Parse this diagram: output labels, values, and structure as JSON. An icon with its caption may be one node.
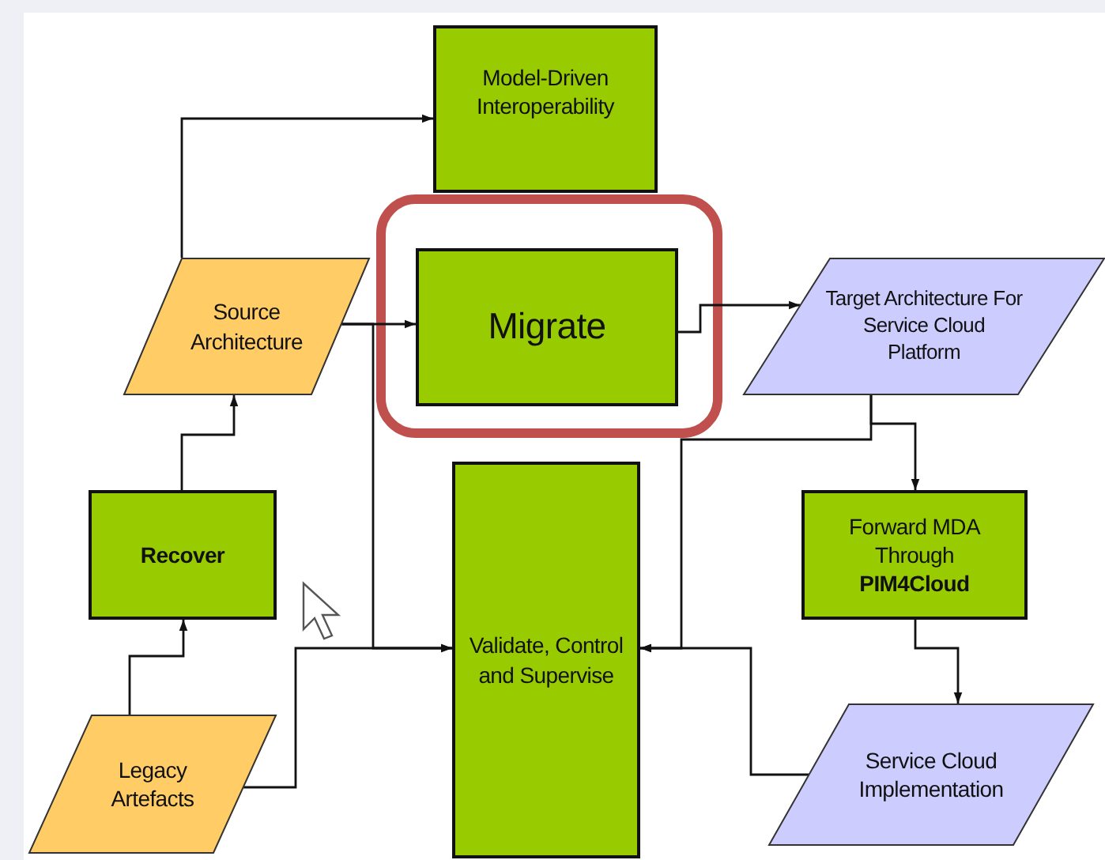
{
  "diagram": {
    "nodes": [
      {
        "text": [
          "Model-Driven Interoperability"
        ]
      },
      {
        "text": [
          "Source Architecture"
        ]
      },
      {
        "text": [
          "Migrate"
        ]
      },
      {
        "text": [
          "Target Architecture For Service Cloud Platform"
        ]
      },
      {
        "text": [
          "Recover"
        ]
      },
      {
        "text": [
          "Validate, Control and Supervise"
        ]
      },
      {
        "text": [
          "Forward MDA Through **PIM4Cloud**"
        ]
      },
      {
        "text": [
          "Legacy Artefacts"
        ]
      },
      {
        "text": [
          "Service Cloud Implementation"
        ]
      }
    ],
    "edges": [
      {
        "from": 1,
        "to": 0,
        "arrow": "to"
      },
      {
        "from": 1,
        "to": 2,
        "arrow": "to"
      },
      {
        "from": 1,
        "to": 5,
        "arrow": "to"
      },
      {
        "from": 4,
        "to": 1,
        "arrow": "to"
      },
      {
        "from": 7,
        "to": 4,
        "arrow": "to"
      },
      {
        "from": 7,
        "to": 5,
        "arrow": "to"
      },
      {
        "from": 2,
        "to": 3,
        "arrow": "to"
      },
      {
        "from": 3,
        "to": 6,
        "arrow": "to"
      },
      {
        "from": 3,
        "to": 5,
        "arrow": "to"
      },
      {
        "from": 8,
        "to": 5,
        "arrow": "to"
      },
      {
        "from": 6,
        "to": 8,
        "arrow": "to"
      }
    ]
  }
}
